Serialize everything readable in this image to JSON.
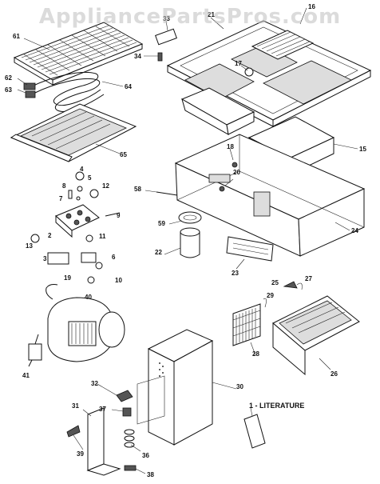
{
  "watermark": "AppliancePartsPros.com",
  "literature_label": "1 - LITERATURE",
  "callouts": {
    "p16": "16",
    "p33": "33",
    "p21": "21",
    "p61": "61",
    "p34": "34",
    "p17": "17",
    "p62": "62",
    "p63": "63",
    "p64": "64",
    "p65": "65",
    "p15": "15",
    "p18": "18",
    "p20": "20",
    "p4": "4",
    "p8": "8",
    "p5": "5",
    "p12": "12",
    "p7": "7",
    "p9": "9",
    "p58": "58",
    "p59": "59",
    "p2": "2",
    "p24": "24",
    "p11": "11",
    "p13": "13",
    "p22": "22",
    "p3": "3",
    "p6": "6",
    "p23": "23",
    "p19": "19",
    "p10": "10",
    "p25": "25",
    "p27": "27",
    "p40": "40",
    "p29": "29",
    "p28": "28",
    "p26": "26",
    "p41": "41",
    "p30": "30",
    "p32": "32",
    "p31": "31",
    "p37": "37",
    "p1": "1",
    "p39": "39",
    "p36": "36",
    "p38": "38"
  }
}
